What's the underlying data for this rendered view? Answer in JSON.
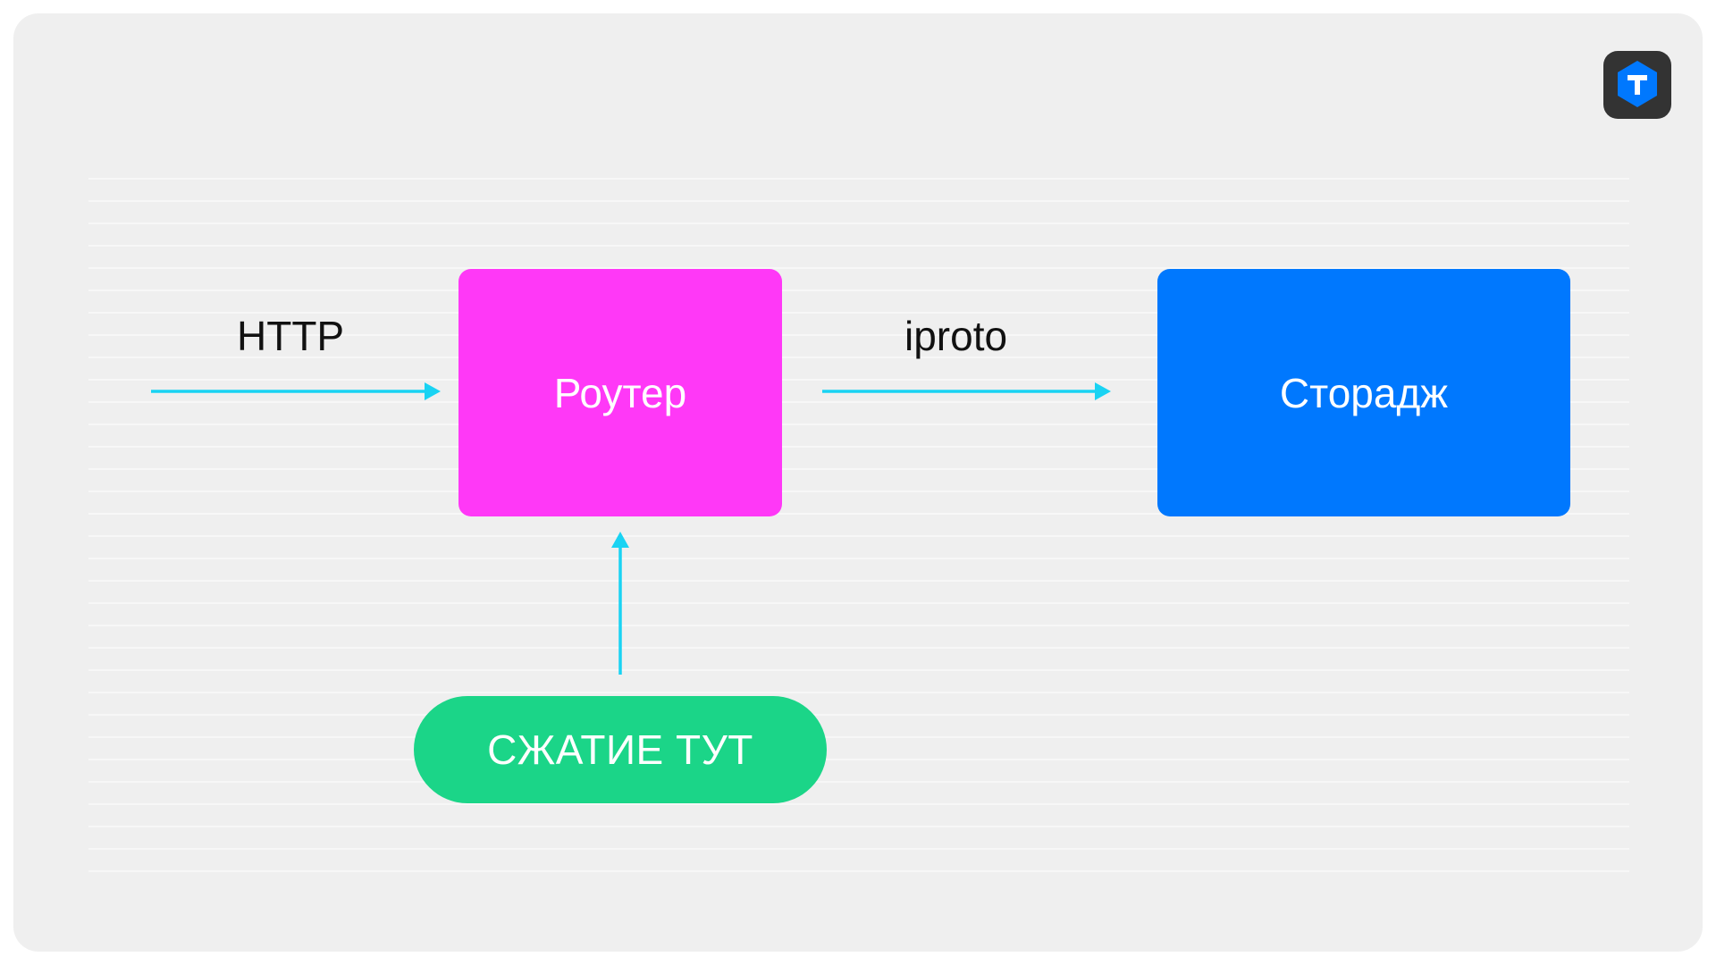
{
  "diagram": {
    "nodes": {
      "router": {
        "label": "Роутер",
        "color": "#ff38f7"
      },
      "storage": {
        "label": "Сторадж",
        "color": "#0078fe"
      },
      "compression": {
        "label": "СЖАТИЕ ТУТ",
        "color": "#1bd588"
      }
    },
    "edges": {
      "http": {
        "label": "HTTP",
        "from": "",
        "to": "router"
      },
      "iproto": {
        "label": "iproto",
        "from": "router",
        "to": "storage"
      },
      "compression": {
        "label": "",
        "from": "compression",
        "to": "router"
      }
    },
    "arrow_color": "#19d3f3"
  },
  "logo": {
    "icon": "tarantool-hexagon-logo-icon",
    "color": "#0078fe"
  }
}
